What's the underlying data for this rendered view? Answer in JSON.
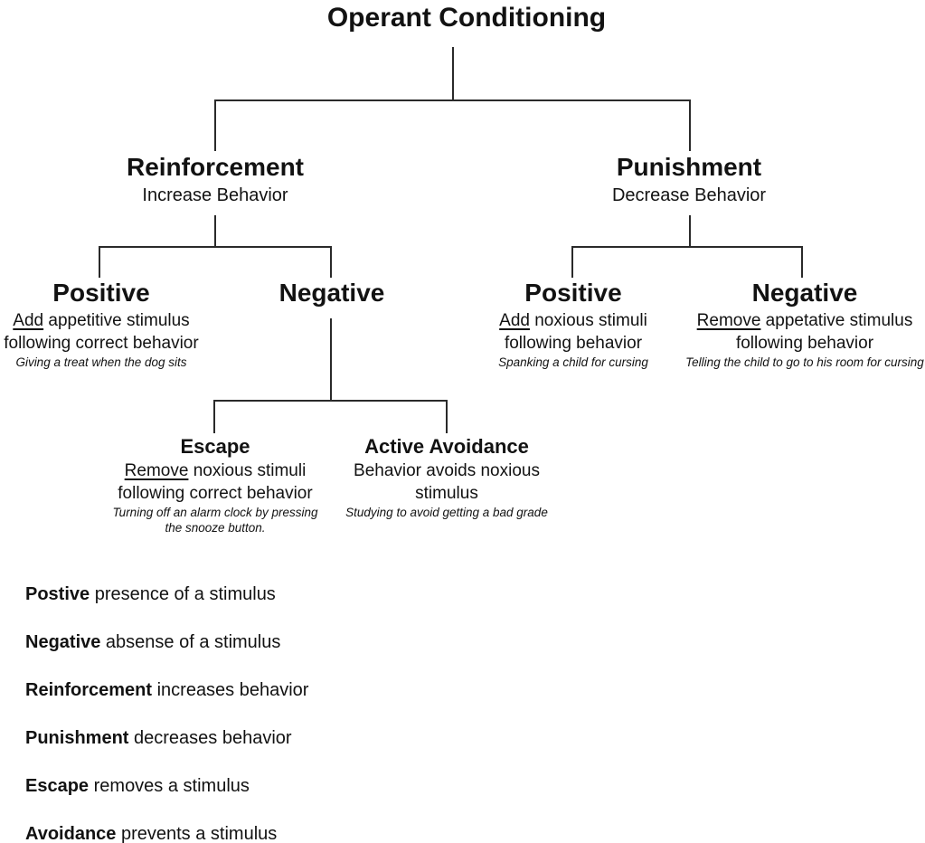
{
  "title": "Operant Conditioning",
  "colors": {
    "text": "#121212",
    "line": "#2a2a2a",
    "background": "#ffffff"
  },
  "nodes": {
    "reinforcement": {
      "title": "Reinforcement",
      "subtitle": "Increase Behavior"
    },
    "punishment": {
      "title": "Punishment",
      "subtitle": "Decrease Behavior"
    },
    "reinforcement_positive": {
      "title": "Positive",
      "underlined": "Add",
      "desc1": " appetitive stimulus",
      "desc2": "following correct behavior",
      "example": "Giving a treat when the dog sits"
    },
    "reinforcement_negative": {
      "title": "Negative"
    },
    "punishment_positive": {
      "title": "Positive",
      "underlined": "Add",
      "desc1": " noxious stimuli",
      "desc2": "following behavior",
      "example": "Spanking a child for cursing"
    },
    "punishment_negative": {
      "title": "Negative",
      "underlined": "Remove",
      "desc1": " appetative stimulus",
      "desc2": "following behavior",
      "example": "Telling the child to go to his room for cursing"
    },
    "escape": {
      "title": "Escape",
      "underlined": "Remove",
      "desc1": " noxious stimuli",
      "desc2": "following correct behavior",
      "example": "Turning off an alarm clock by pressing",
      "example2": "the snooze button."
    },
    "active_avoidance": {
      "title": "Active Avoidance",
      "desc1": "Behavior avoids noxious",
      "desc2": "stimulus",
      "example": "Studying to avoid getting a bad grade"
    }
  },
  "definitions": [
    {
      "term": "Postive",
      "rest": " presence of a stimulus"
    },
    {
      "term": "Negative",
      "rest": " absense of a stimulus"
    },
    {
      "term": "Reinforcement",
      "rest": " increases behavior"
    },
    {
      "term": "Punishment",
      "rest": " decreases behavior"
    },
    {
      "term": "Escape",
      "rest": " removes a stimulus"
    },
    {
      "term": "Avoidance",
      "rest": " prevents a stimulus"
    }
  ]
}
